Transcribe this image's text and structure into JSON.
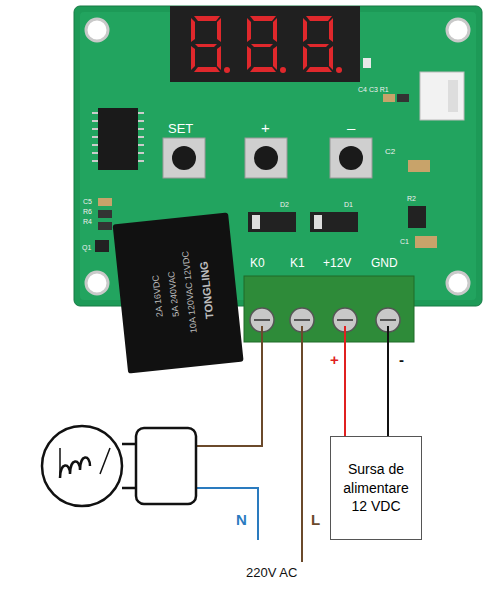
{
  "diagram": {
    "nodes": [
      {
        "text": [
          "Sursa de alimentare 12 VDC"
        ]
      }
    ],
    "labels": [
      "C4 C3 R1",
      "SET",
      "+",
      "–",
      "C2",
      "D2",
      "D1",
      "R2",
      "C5",
      "R6",
      "R4",
      "Q1",
      "C1",
      "TONGLING",
      "10A 120VAC 12VDC",
      "5A 240VAC",
      "2A 16VDC",
      "K0",
      "K1",
      "+12V",
      "GND",
      "+",
      "-",
      "N",
      "L",
      "220V AC"
    ]
  }
}
